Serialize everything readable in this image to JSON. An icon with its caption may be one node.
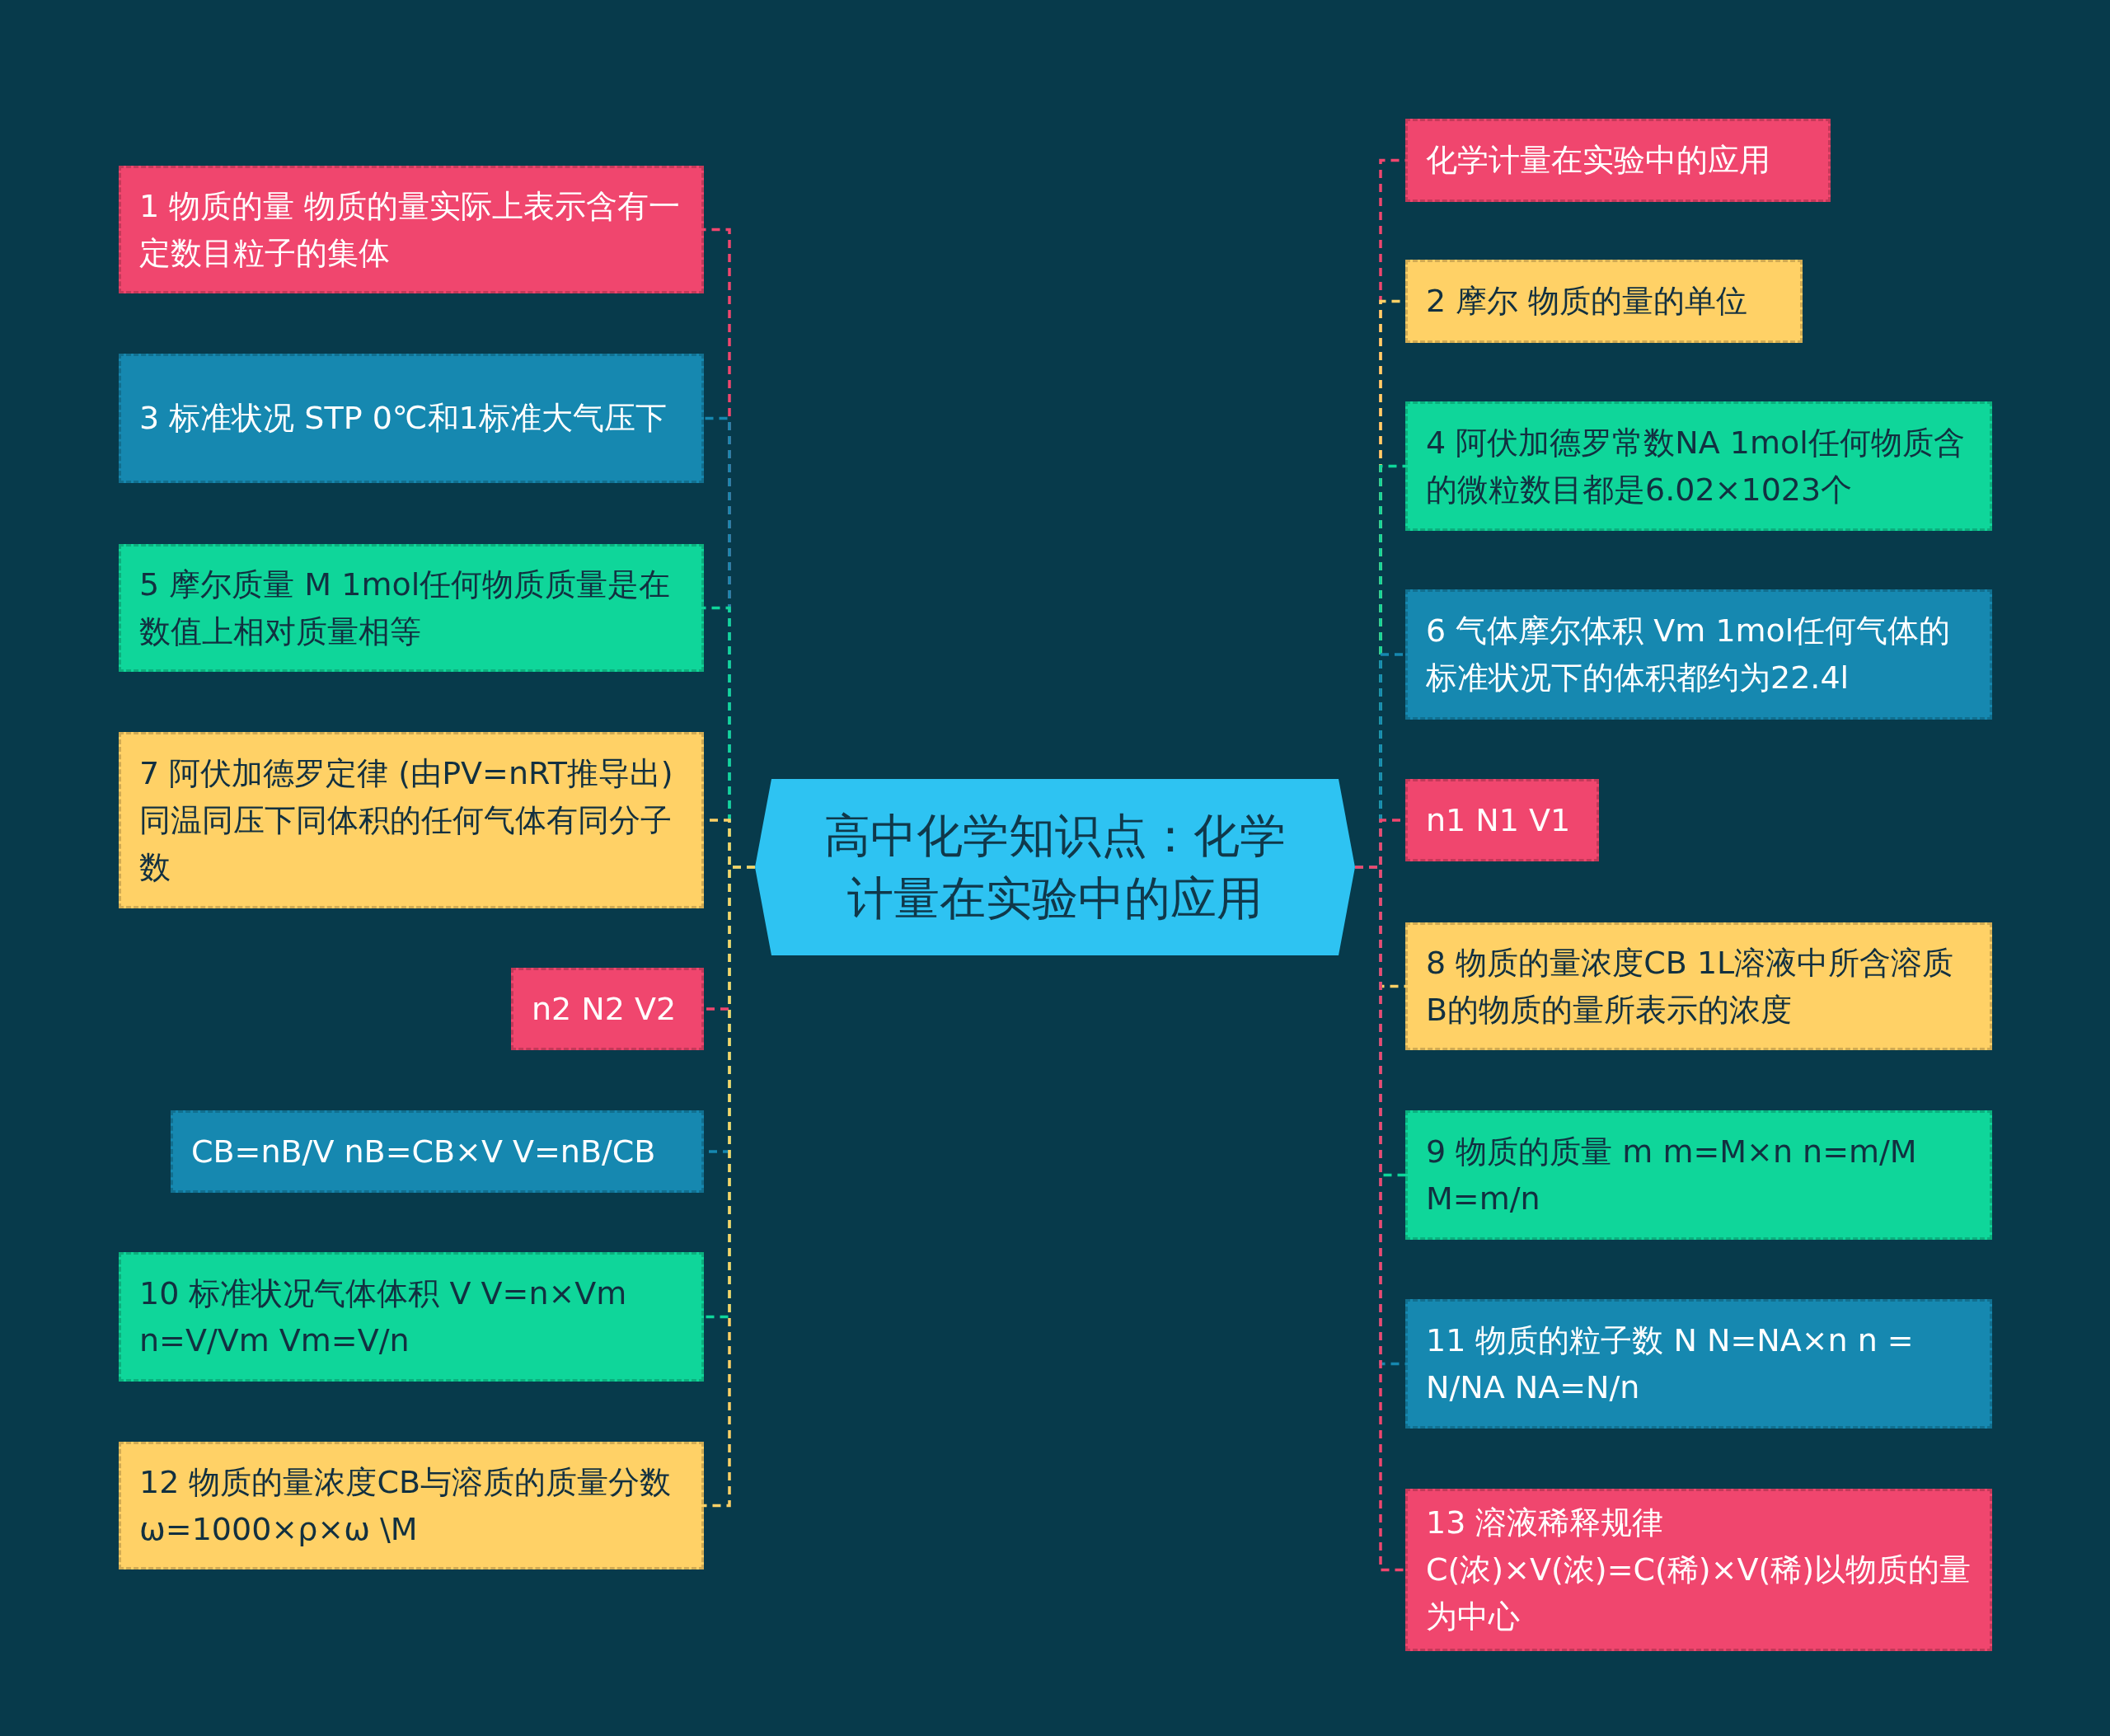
{
  "diagram": {
    "nodes": [
      {
        "text": [
          "高中化学知识点：化学计量在实验中的应用"
        ]
      },
      {
        "text": [
          "1 物质的量 物质的量实际上表示含有一定数目粒子的集体"
        ]
      },
      {
        "text": [
          "3 标准状况 STP 0℃和1标准大气压下"
        ]
      },
      {
        "text": [
          "5 摩尔质量 M 1mol任何物质质量是在数值上相对质量相等"
        ]
      },
      {
        "text": [
          "7 阿伏加德罗定律 (由PV=nRT推导出) 同温同压下同体积的任何气体有同分子数"
        ]
      },
      {
        "text": [
          "n2 N2 V2"
        ]
      },
      {
        "text": [
          "CB=nB/V nB=CB×V V=nB/CB"
        ]
      },
      {
        "text": [
          "10 标准状况气体体积 V V=n×Vm n=V/Vm Vm=V/n"
        ]
      },
      {
        "text": [
          "12 物质的量浓度CB与溶质的质量分数ω=1000×ρ×ω \\M"
        ]
      },
      {
        "text": [
          "化学计量在实验中的应用"
        ]
      },
      {
        "text": [
          "2 摩尔 物质的量的单位"
        ]
      },
      {
        "text": [
          "4 阿伏加德罗常数NA 1mol任何物质含的微粒数目都是6.02×1023个"
        ]
      },
      {
        "text": [
          "6 气体摩尔体积 Vm 1mol任何气体的标准状况下的体积都约为22.4l"
        ]
      },
      {
        "text": [
          "n1 N1 V1"
        ]
      },
      {
        "text": [
          "8 物质的量浓度CB 1L溶液中所含溶质B的物质的量所表示的浓度"
        ]
      },
      {
        "text": [
          "9 物质的质量 m m=M×n n=m/M M=m/n"
        ]
      },
      {
        "text": [
          "11 物质的粒子数 N N=NA×n n = N/NA NA=N/n"
        ]
      },
      {
        "text": [
          "13 溶液稀释规律 C(浓)×V(浓)=C(稀)×V(稀)以物质的量为中心"
        ]
      }
    ],
    "edges": [
      {
        "from": 0,
        "to": 1,
        "arrow": "none",
        "style": "dashed",
        "color": "#f0466e"
      },
      {
        "from": 0,
        "to": 2,
        "arrow": "none",
        "style": "dashed",
        "color": "#1688b0"
      },
      {
        "from": 0,
        "to": 3,
        "arrow": "none",
        "style": "dashed",
        "color": "#0fd69a"
      },
      {
        "from": 0,
        "to": 4,
        "arrow": "none",
        "style": "dashed",
        "color": "#ffd166"
      },
      {
        "from": 0,
        "to": 5,
        "arrow": "none",
        "style": "dashed",
        "color": "#f0466e"
      },
      {
        "from": 0,
        "to": 6,
        "arrow": "none",
        "style": "dashed",
        "color": "#1688b0"
      },
      {
        "from": 0,
        "to": 7,
        "arrow": "none",
        "style": "dashed",
        "color": "#0fd69a"
      },
      {
        "from": 0,
        "to": 8,
        "arrow": "none",
        "style": "dashed",
        "color": "#ffd166"
      },
      {
        "from": 0,
        "to": 9,
        "arrow": "none",
        "style": "dashed",
        "color": "#f0466e"
      },
      {
        "from": 0,
        "to": 10,
        "arrow": "none",
        "style": "dashed",
        "color": "#ffd166"
      },
      {
        "from": 0,
        "to": 11,
        "arrow": "none",
        "style": "dashed",
        "color": "#0fd69a"
      },
      {
        "from": 0,
        "to": 12,
        "arrow": "none",
        "style": "dashed",
        "color": "#1688b0"
      },
      {
        "from": 0,
        "to": 13,
        "arrow": "none",
        "style": "dashed",
        "color": "#f0466e"
      },
      {
        "from": 0,
        "to": 14,
        "arrow": "none",
        "style": "dashed",
        "color": "#ffd166"
      },
      {
        "from": 0,
        "to": 15,
        "arrow": "none",
        "style": "dashed",
        "color": "#0fd69a"
      },
      {
        "from": 0,
        "to": 16,
        "arrow": "none",
        "style": "dashed",
        "color": "#1688b0"
      },
      {
        "from": 0,
        "to": 17,
        "arrow": "none",
        "style": "dashed",
        "color": "#f0466e"
      }
    ]
  }
}
